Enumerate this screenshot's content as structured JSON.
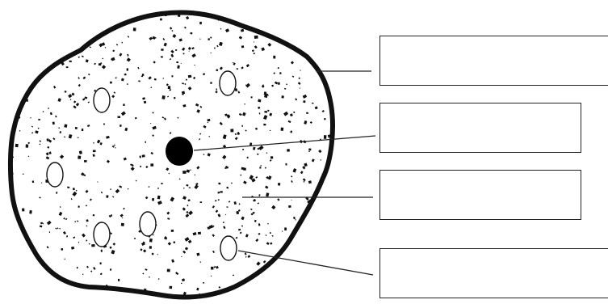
{
  "diagram": {
    "labels": [
      {
        "id": "label-1",
        "text": ""
      },
      {
        "id": "label-2",
        "text": ""
      },
      {
        "id": "label-3",
        "text": ""
      },
      {
        "id": "label-4",
        "text": ""
      }
    ],
    "colors": {
      "outline": "#111111",
      "granules": "#111111",
      "background": "#ffffff",
      "nucleus": "#000000"
    }
  }
}
